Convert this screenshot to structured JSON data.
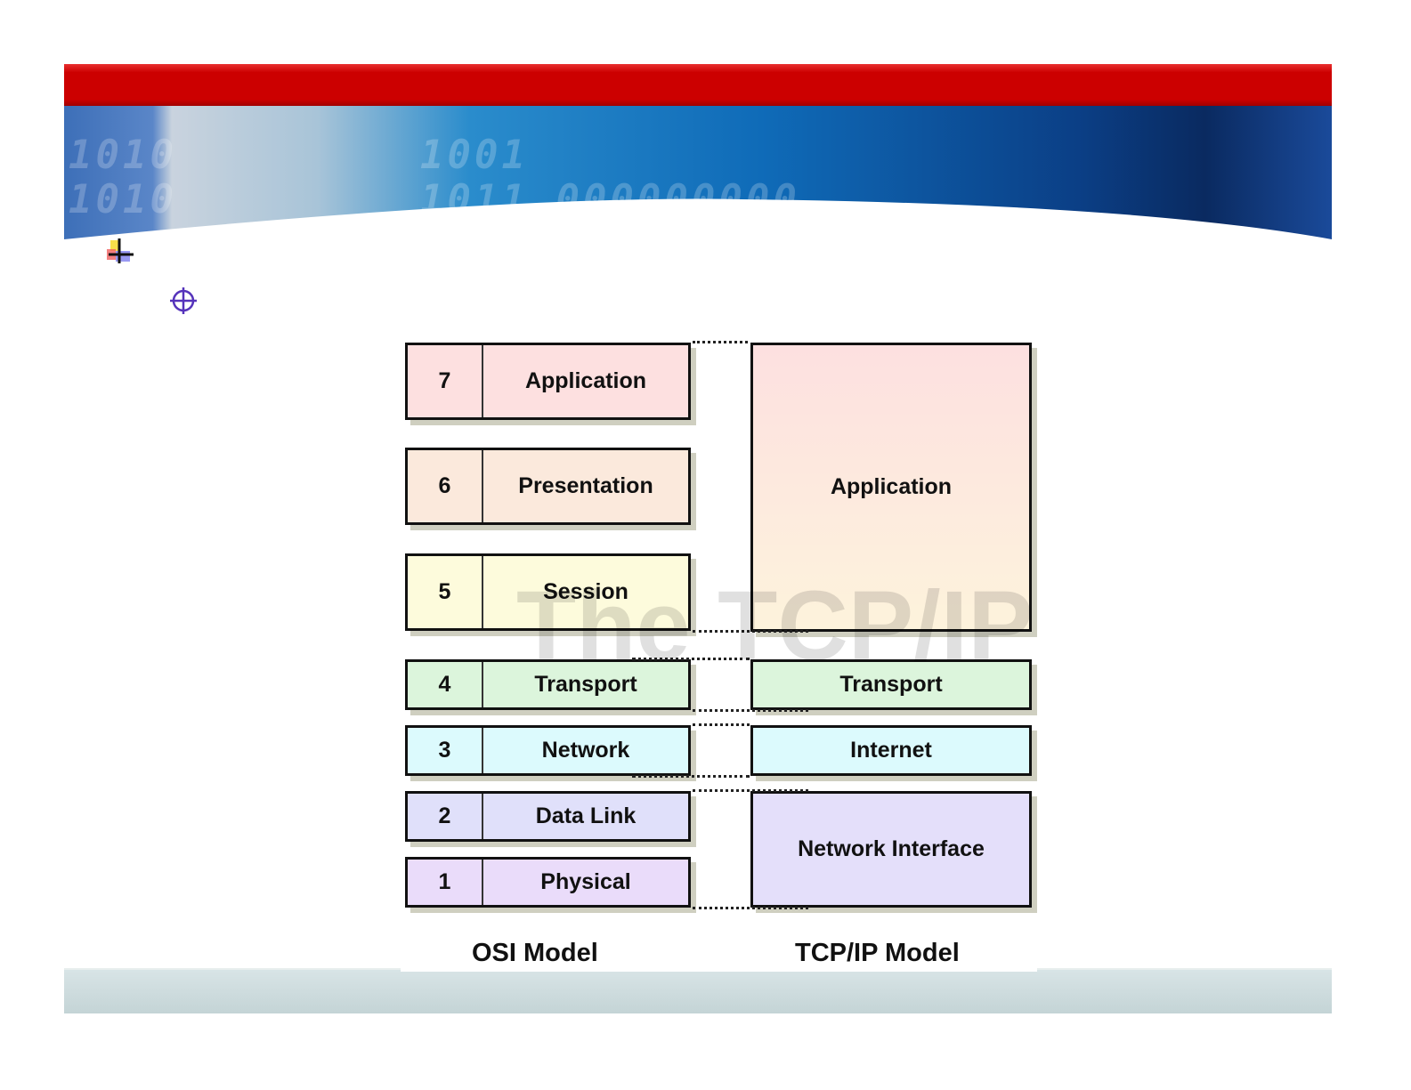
{
  "banner": {
    "bits_1": "1010",
    "bits_2": "1010",
    "bits_3": "1001",
    "bits_4": "1011  000000000"
  },
  "watermark": "The TCP/IP",
  "osi": {
    "caption": "OSI Model",
    "layers": [
      {
        "num": "7",
        "name": "Application",
        "color": "#fde0e0"
      },
      {
        "num": "6",
        "name": "Presentation",
        "color": "#fbe9dc"
      },
      {
        "num": "5",
        "name": "Session",
        "color": "#fdfbdc"
      },
      {
        "num": "4",
        "name": "Transport",
        "color": "#dcf5dc"
      },
      {
        "num": "3",
        "name": "Network",
        "color": "#dcfafd"
      },
      {
        "num": "2",
        "name": "Data Link",
        "color": "#e0e0fa"
      },
      {
        "num": "1",
        "name": "Physical",
        "color": "#eadcfa"
      }
    ]
  },
  "tcpip": {
    "caption": "TCP/IP Model",
    "layers": [
      {
        "name": "Application"
      },
      {
        "name": "Transport",
        "color": "#dcf5dc"
      },
      {
        "name": "Internet",
        "color": "#dcfafd"
      },
      {
        "name": "Network Interface",
        "color": "#e4dffa"
      }
    ]
  }
}
